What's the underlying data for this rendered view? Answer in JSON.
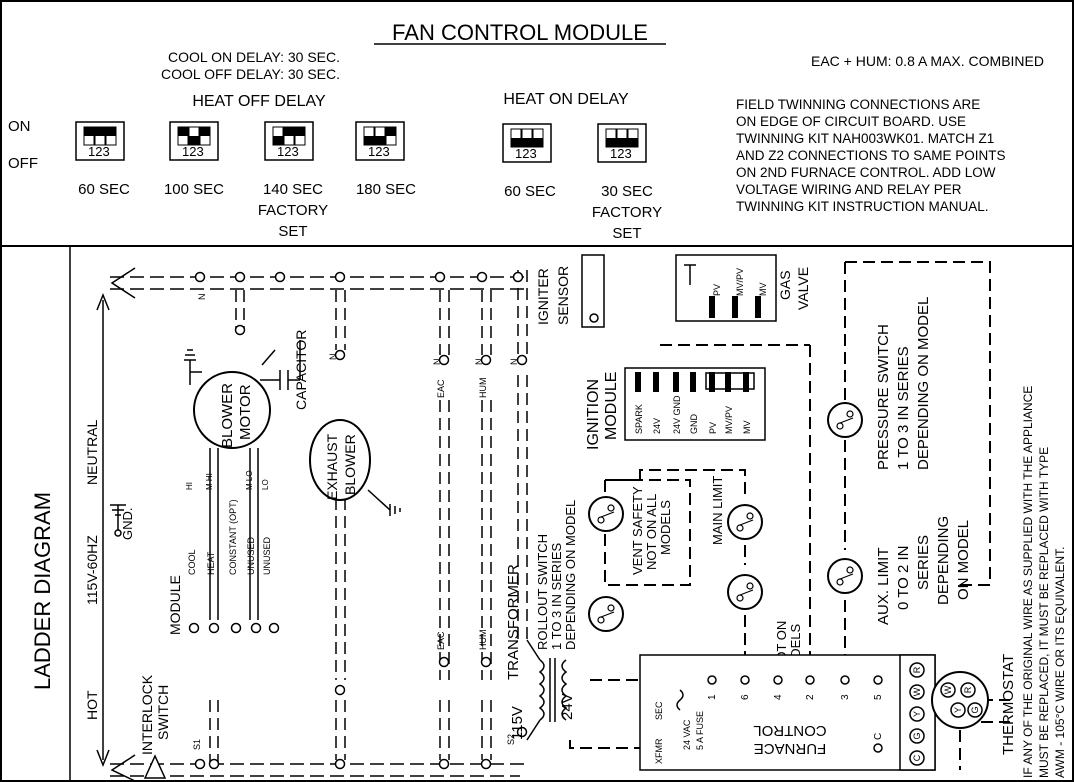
{
  "title": "FAN CONTROL MODULE",
  "cool_on_delay": "COOL ON DELAY:  30 SEC.",
  "cool_off_delay": "COOL OFF DELAY:  30 SEC.",
  "eac_hum": "EAC + HUM:  0.8 A MAX. COMBINED",
  "heat_off_delay": "HEAT OFF DELAY",
  "heat_on_delay": "HEAT ON DELAY",
  "on": "ON",
  "off": "OFF",
  "switch_numbers": "123",
  "off_delay_switches": [
    {
      "label": "60 SEC"
    },
    {
      "label": "100 SEC"
    },
    {
      "label": "140 SEC",
      "sub1": "FACTORY",
      "sub2": "SET"
    },
    {
      "label": "180 SEC"
    }
  ],
  "on_delay_switches": [
    {
      "label": "60 SEC"
    },
    {
      "label": "30 SEC",
      "sub1": "FACTORY",
      "sub2": "SET"
    }
  ],
  "twinning_note": [
    "FIELD TWINNING CONNECTIONS ARE",
    "ON EDGE OF CIRCUIT BOARD. USE",
    "TWINNING KIT NAH003WK01. MATCH Z1",
    "AND Z2 CONNECTIONS TO SAME POINTS",
    "ON 2ND FURNACE CONTROL. ADD LOW",
    "VOLTAGE WIRING AND RELAY PER",
    "TWINNING KIT INSTRUCTION MANUAL."
  ],
  "ladder": {
    "title": "LADDER DIAGRAM",
    "neutral": "NEUTRAL",
    "supply": "115V-60HZ",
    "hot": "HOT",
    "gnd": "GND.",
    "interlock": [
      "INTERLOCK",
      "SWITCH"
    ],
    "s1": "S1",
    "s2": "S2",
    "n": "N",
    "blower_motor": [
      "BLOWER",
      "MOTOR"
    ],
    "capacitor": "CAPACITOR",
    "exhaust_blower": [
      "EXHAUST",
      "BLOWER"
    ],
    "motor_taps": [
      "HI",
      "M HI",
      "M LO",
      "LO"
    ],
    "module_label": "MODULE",
    "module_taps": [
      "COOL",
      "HEAT",
      "CONSTANT (OPT)",
      "UNUSED",
      "UNUSED"
    ],
    "eac": "EAC",
    "hum": "HUM",
    "transformer": "TRANSFORMER",
    "v115": "115V",
    "v24": "24V",
    "igniter": "IGNITER",
    "sensor": "SENSOR",
    "ignition_module": [
      "IGNITION",
      "MODULE"
    ],
    "ign_terminals": [
      "SPARK",
      "24V",
      "24V GND",
      "GND",
      "PV",
      "MV/PV",
      "MV"
    ],
    "gas_valve": [
      "GAS",
      "VALVE"
    ],
    "gv_terminals": [
      "PV",
      "MV/PV",
      "MV"
    ],
    "rollout": [
      "ROLLOUT SWITCH",
      "1 TO 3 IN SERIES",
      "DEPENDING ON MODEL"
    ],
    "vent_safety": [
      "VENT SAFETY",
      "NOT ON ALL",
      "MODELS"
    ],
    "main_limit": "MAIN LIMIT",
    "aux_limit_small": [
      "AUX. NOT ON",
      "ALL MODELS"
    ],
    "pressure_switch": [
      "PRESSURE SWITCH",
      "1 TO 3 IN SERIES",
      "DEPENDING ON MODEL"
    ],
    "aux_limit": [
      "AUX. LIMIT",
      "0 TO 2 IN",
      "SERIES",
      "DEPENDING",
      "ON MODEL"
    ],
    "furnace_control": [
      "FURNACE",
      "CONTROL"
    ],
    "sec": "SEC",
    "xfmr": "XFMR",
    "fuse": [
      "24 VAC",
      "5 A FUSE"
    ],
    "fc_terminals": [
      "1",
      "6",
      "4",
      "2",
      "3",
      "5",
      "C"
    ],
    "thermostat": "THERMOSTAT",
    "tstat_terminals": [
      "R",
      "W",
      "Y",
      "G",
      "C"
    ],
    "tstat_inner": [
      "W",
      "R",
      "Y",
      "G"
    ],
    "warning": [
      "IF ANY OF THE ORIGINAL WIRE AS SUPPLIED WITH THE APPLIANCE",
      "MUST BE REPLACED, IT MUST BE REPLACED WITH TYPE",
      "AWM - 105°C WIRE OR ITS EQUIVALENT."
    ]
  }
}
